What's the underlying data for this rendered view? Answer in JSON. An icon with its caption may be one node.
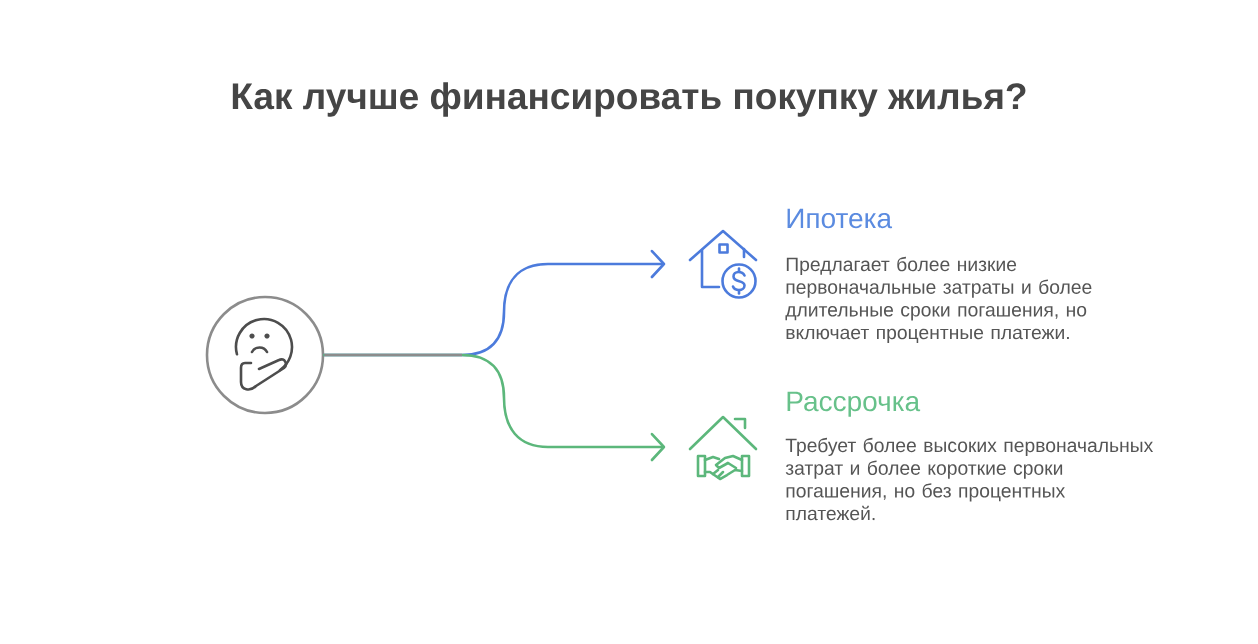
{
  "diagram": {
    "title": "Как лучше финансировать покупку жилья?",
    "nodes": [
      {
        "text": [],
        "shape": "circle"
      },
      {
        "text": [],
        "shape": "picture",
        "beside": [
          "Ипотека",
          "Предлагает более низкие первоначальные затраты и более длительные сроки погашения, но включает процентные платежи."
        ]
      },
      {
        "text": [],
        "shape": "picture",
        "beside": [
          "Рассрочка",
          "Требует более высоких первоначальных затрат и более короткие сроки погашения, но без процентных платежей."
        ]
      }
    ],
    "edges": [
      {
        "from": 0,
        "to": 1,
        "arrow": "to",
        "color": "#4c7bdc"
      },
      {
        "from": 0,
        "to": 2,
        "arrow": "to",
        "color": "#5cb77b"
      }
    ]
  }
}
